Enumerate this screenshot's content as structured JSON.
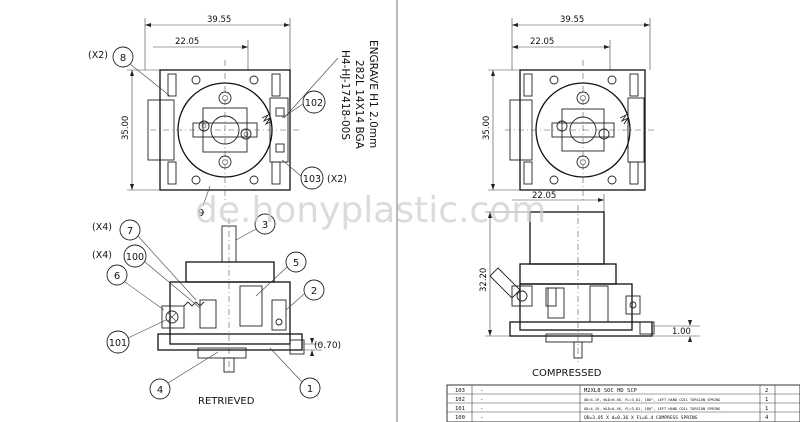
{
  "left_top_view": {
    "dim_width": "39.55",
    "dim_inner": "22.05",
    "dim_height": "35.00",
    "engrave_lines": [
      "ENGRAVE H1 2.0mm",
      "282L 14X14 BGA",
      "H4-HJ-17418-00S"
    ],
    "callouts": [
      {
        "id": "8",
        "qty": "(X2)"
      },
      {
        "id": "102",
        "qty": ""
      },
      {
        "id": "103",
        "qty": "(X2)"
      },
      {
        "id": "9",
        "qty": ""
      }
    ]
  },
  "left_side_view": {
    "title": "RETRIEVED",
    "dim_offset": "(0.70)",
    "callouts": [
      {
        "id": "3",
        "qty": ""
      },
      {
        "id": "7",
        "qty": "(X4)"
      },
      {
        "id": "100",
        "qty": "(X4)"
      },
      {
        "id": "5",
        "qty": ""
      },
      {
        "id": "6",
        "qty": ""
      },
      {
        "id": "2",
        "qty": ""
      },
      {
        "id": "101",
        "qty": ""
      },
      {
        "id": "4",
        "qty": ""
      },
      {
        "id": "1",
        "qty": ""
      }
    ]
  },
  "right_top_view": {
    "dim_width": "39.55",
    "dim_inner": "22.05",
    "dim_height": "35.00"
  },
  "right_side_view": {
    "title": "COMPRESSED",
    "dim_top": "22.05",
    "dim_height": "32.20",
    "dim_offset": "1.00"
  },
  "bom_table": {
    "rows": [
      {
        "item": "103",
        "part": "-",
        "desc": "M2XL8 SOC HD SCP",
        "qty": "2"
      },
      {
        "item": "102",
        "part": "-",
        "desc": "OD=4.19, WLD=0.46, FL=3.81, 180°, LEFT HAND COIL TORSION SPRING",
        "qty": "1"
      },
      {
        "item": "101",
        "part": "-",
        "desc": "OD=4.19, WLD=0.46, FL=3.81, 180°, LEFT HAND COIL TORSION SPRING",
        "qty": "1"
      },
      {
        "item": "100",
        "part": "-",
        "desc": "OD=3.05 X d=0.36 X FL=6.4 COMPRESS SPRING",
        "qty": "4"
      }
    ]
  },
  "watermark": "de.honyplastic.com"
}
